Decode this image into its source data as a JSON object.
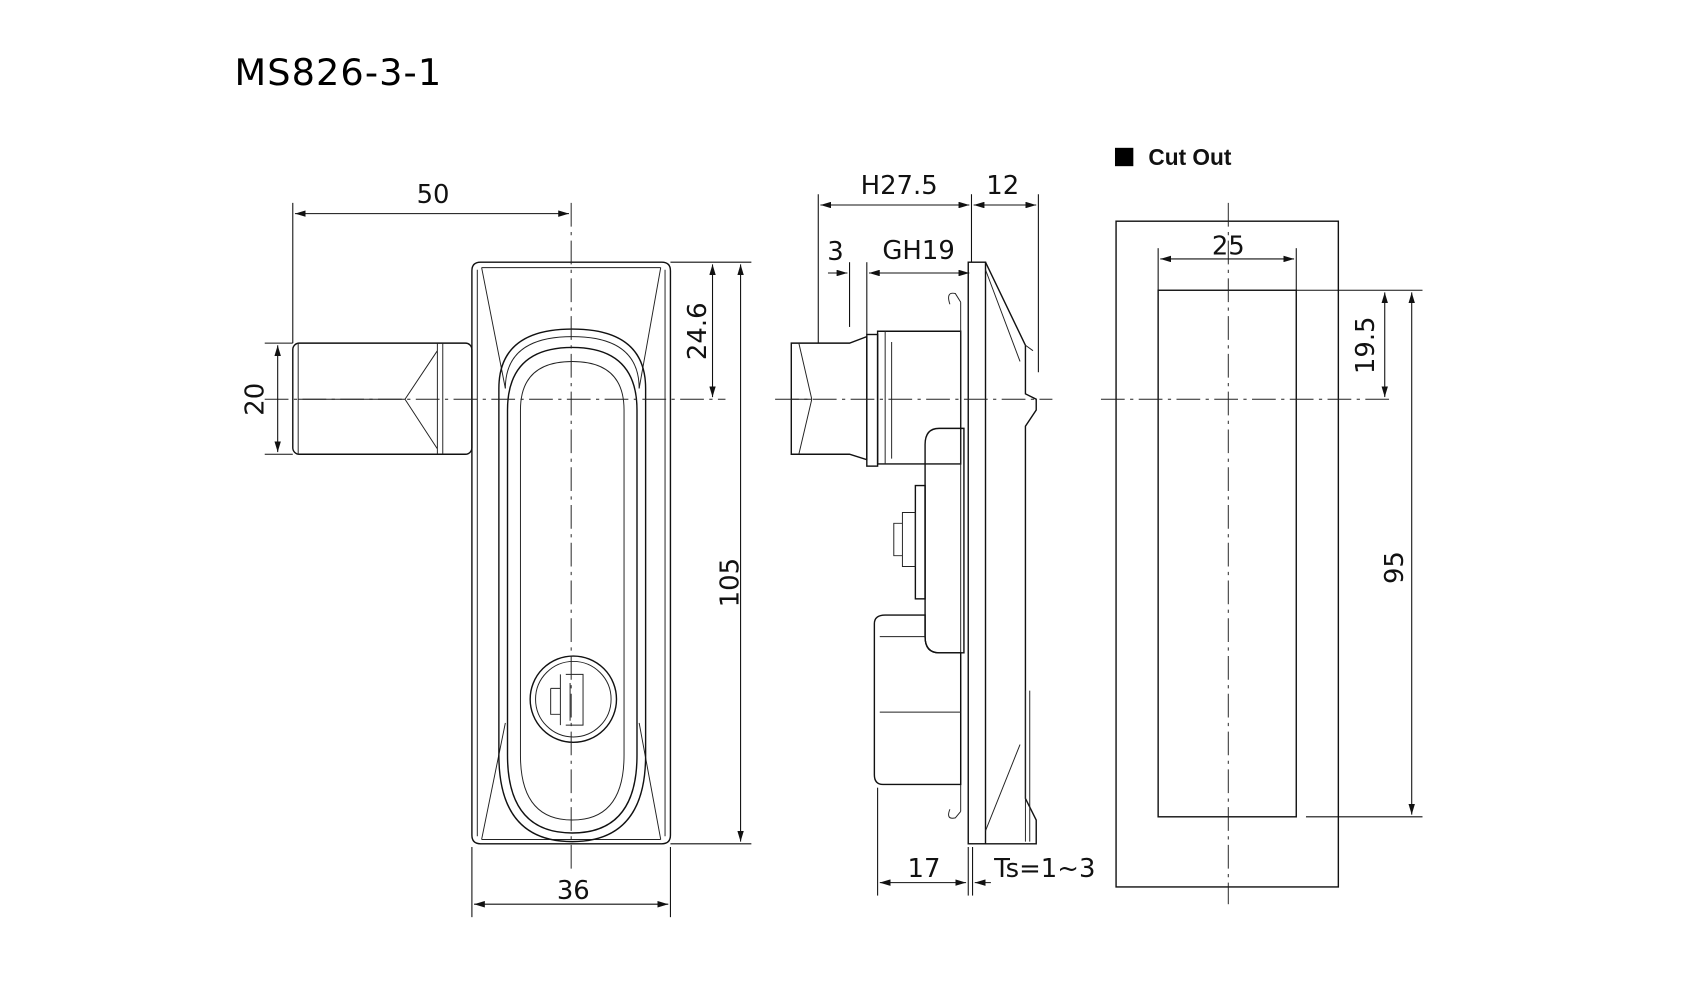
{
  "title": "MS826-3-1",
  "legend": {
    "label": "Cut Out",
    "marker_color": "#000000"
  },
  "front_view": {
    "dimensions": {
      "width_total": "50",
      "stem_height": "20",
      "top_to_center": "24.6",
      "height": "105",
      "width": "36"
    }
  },
  "side_view": {
    "dimensions": {
      "h_depth": "H27.5",
      "bezel": "12",
      "offset": "3",
      "gh": "GH19",
      "depth": "17",
      "panel_thickness": "Ts=1~3"
    }
  },
  "cut_out": {
    "dimensions": {
      "width": "25",
      "top_to_center": "19.5",
      "height": "95"
    }
  }
}
